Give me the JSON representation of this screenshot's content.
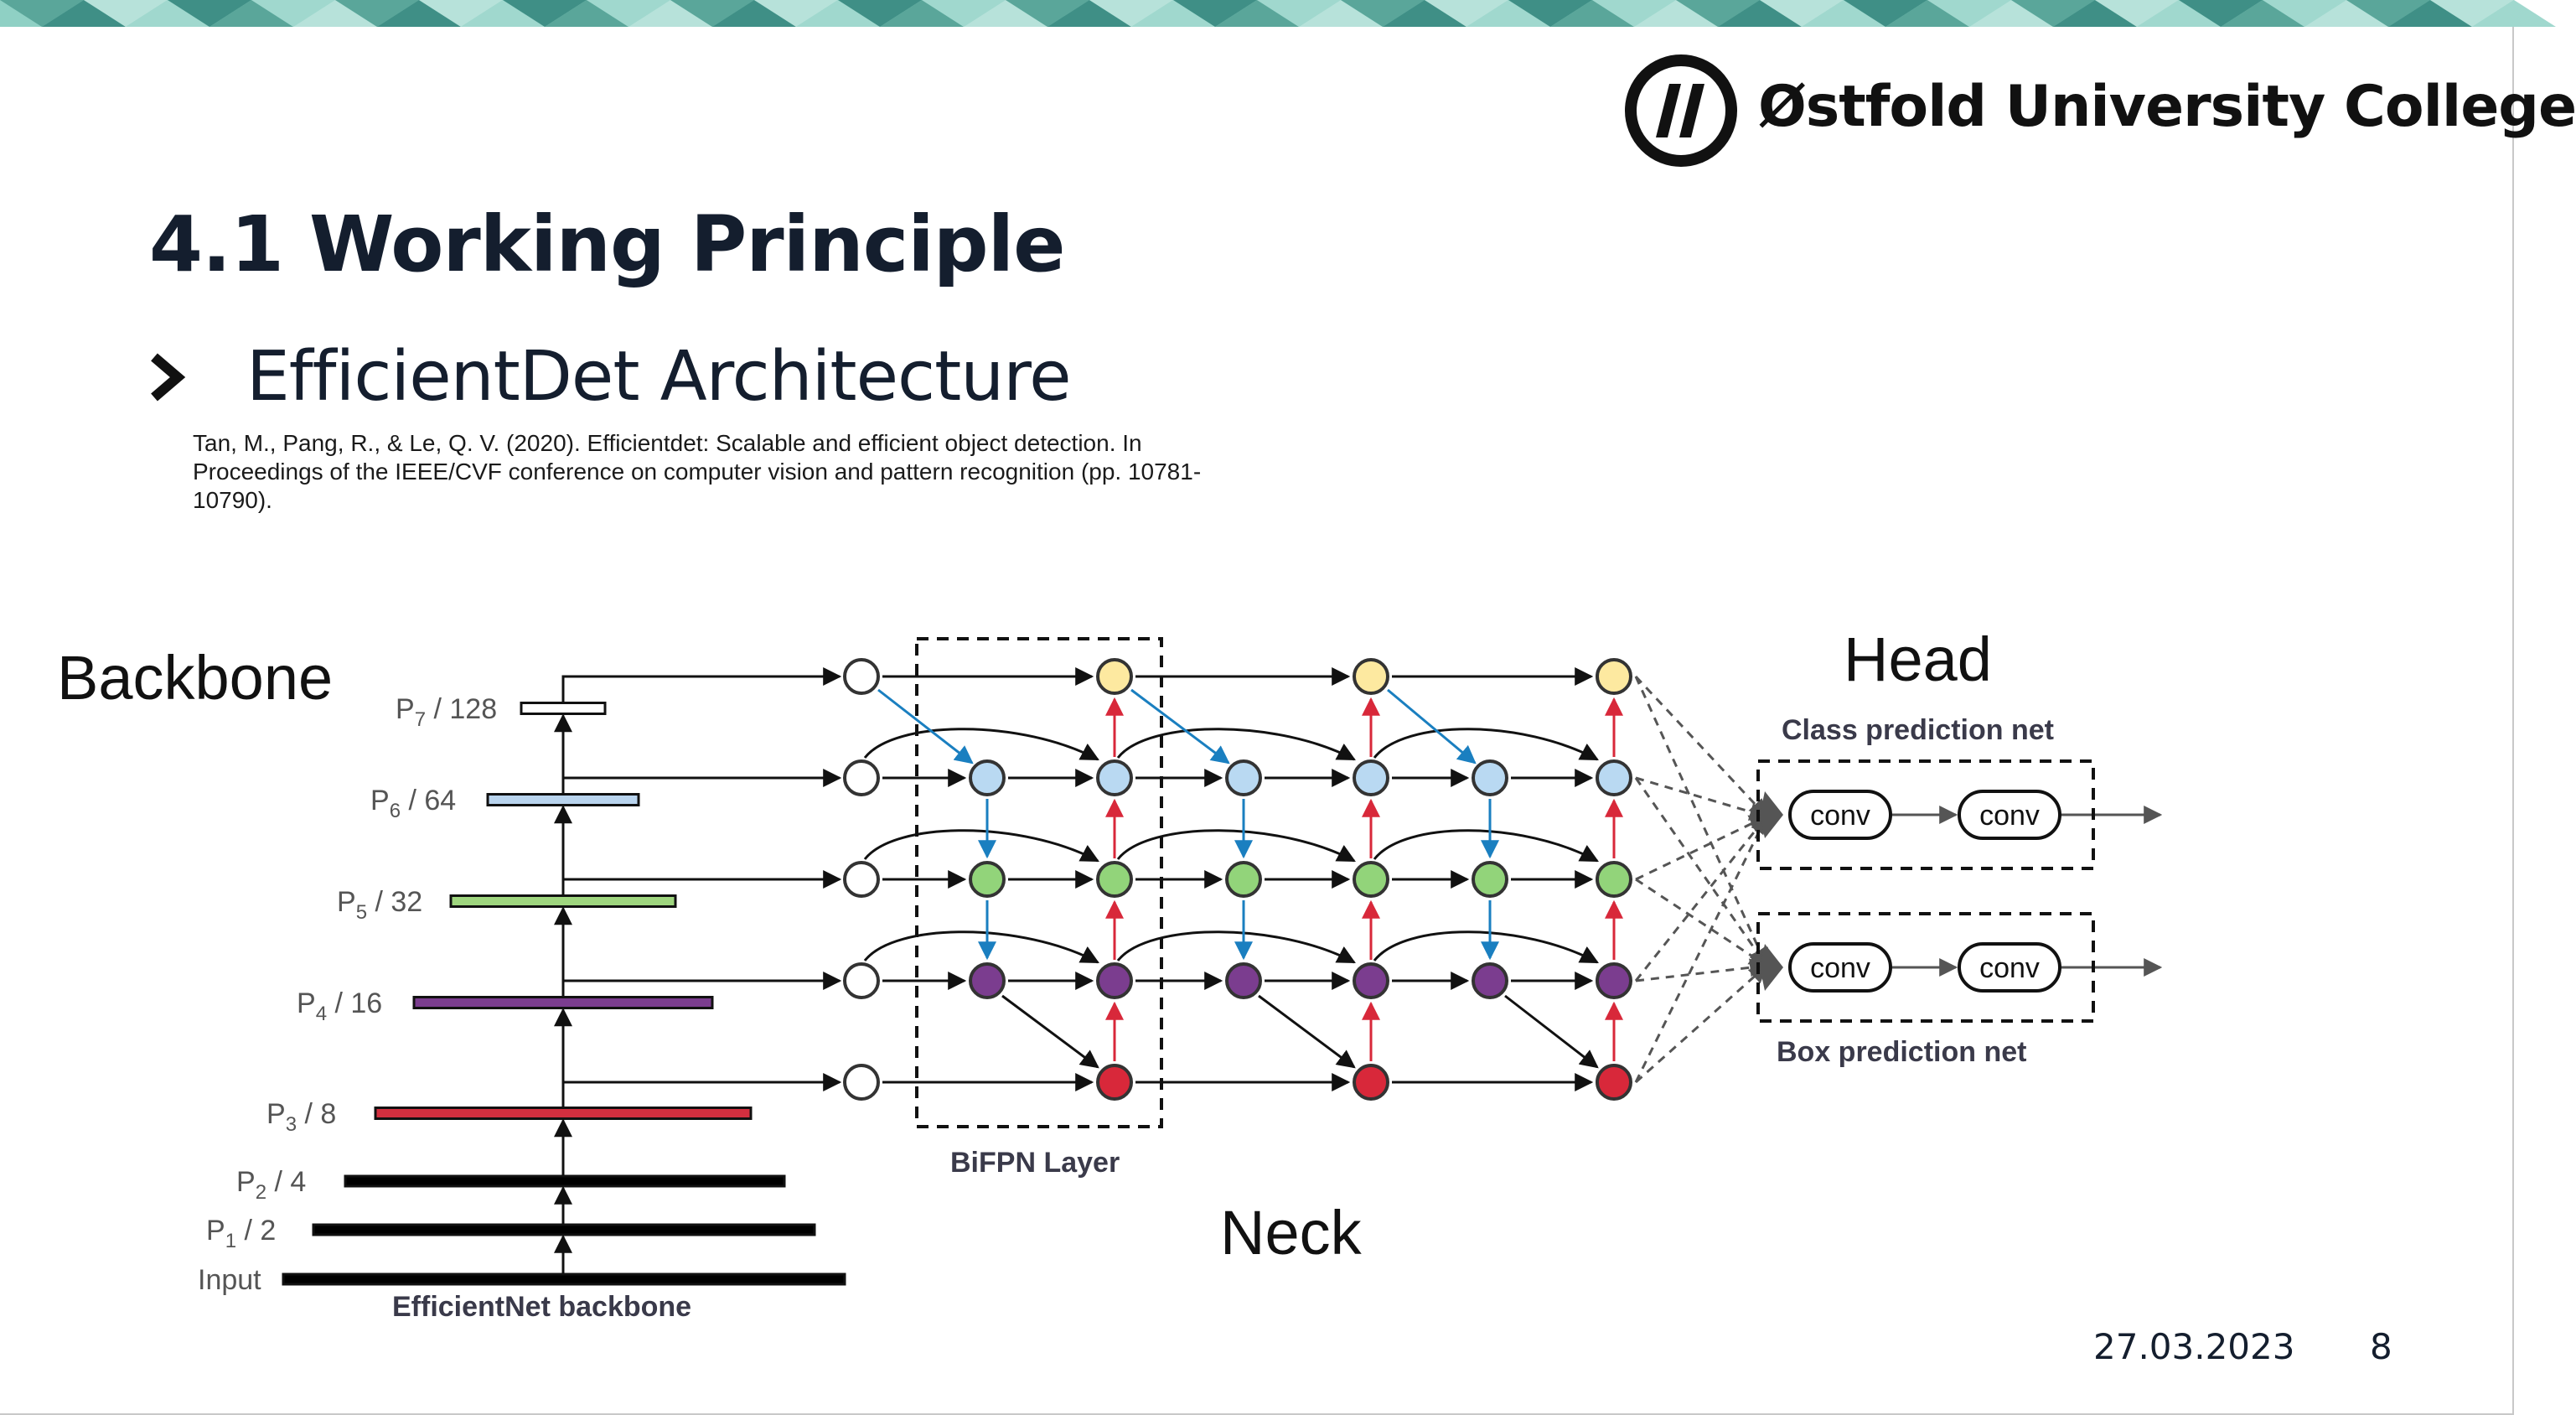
{
  "header": {
    "institution": "Østfold University College"
  },
  "slide": {
    "title": "4.1 Working Principle",
    "bullet": "EfficientDet Architecture",
    "citation_line1": "Tan, M., Pang, R., & Le, Q. V. (2020). Efficientdet: Scalable and efficient object detection. In",
    "citation_line2": "Proceedings of the IEEE/CVF conference on computer vision and pattern recognition (pp. 10781-",
    "citation_line3": "10790)."
  },
  "diagram": {
    "backbone_label": "Backbone",
    "neck_label": "Neck",
    "head_label": "Head",
    "backbone_caption": "EfficientNet backbone",
    "bifpn_caption": "BiFPN Layer",
    "class_net_caption": "Class prediction net",
    "box_net_caption": "Box prediction net",
    "conv_label": "conv",
    "levels": [
      {
        "base": "P",
        "sub": "7",
        "suffix": " / 128",
        "color": "#ffffff"
      },
      {
        "base": "P",
        "sub": "6",
        "suffix": " / 64",
        "color": "#b9d4ee"
      },
      {
        "base": "P",
        "sub": "5",
        "suffix": " / 32",
        "color": "#9fd67f"
      },
      {
        "base": "P",
        "sub": "4",
        "suffix": " / 16",
        "color": "#7b3d8f"
      },
      {
        "base": "P",
        "sub": "3",
        "suffix": " / 8",
        "color": "#d32f3f"
      },
      {
        "base": "P",
        "sub": "2",
        "suffix": " / 4",
        "color": "#000000"
      },
      {
        "base": "P",
        "sub": "1",
        "suffix": " / 2",
        "color": "#000000"
      },
      {
        "base": "Input",
        "sub": "",
        "suffix": "",
        "color": "#000000"
      }
    ],
    "node_colors": [
      "#fde9a0",
      "#b9d9f2",
      "#92d47a",
      "#7b3d8f",
      "#d8283a"
    ],
    "arrow_colors": {
      "downward": "#1a7fc0",
      "upward": "#d8283a"
    }
  },
  "footer": {
    "date": "27.03.2023",
    "page": "8"
  }
}
